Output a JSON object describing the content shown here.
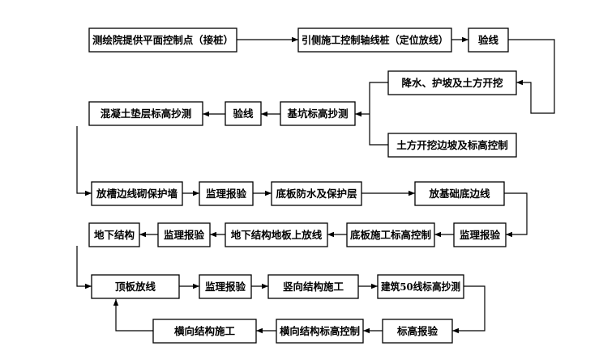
{
  "diagram": {
    "nodes": [
      {
        "id": "n1",
        "label": "测绘院提供平面控制点（接桩）"
      },
      {
        "id": "n2",
        "label": "引侧施工控制轴线桩（定位放线）"
      },
      {
        "id": "n3",
        "label": "验线"
      },
      {
        "id": "n4",
        "label": "降水、护坡及土方开挖"
      },
      {
        "id": "n5",
        "label": "土方开挖边坡及标高控制"
      },
      {
        "id": "n6",
        "label": "基坑标高抄测"
      },
      {
        "id": "n7",
        "label": "验线"
      },
      {
        "id": "n8",
        "label": "混凝土垫层标高抄测"
      },
      {
        "id": "n9",
        "label": "放槽边线砌保护墙"
      },
      {
        "id": "n10",
        "label": "监理报验"
      },
      {
        "id": "n11",
        "label": "底板防水及保护层"
      },
      {
        "id": "n12",
        "label": "放基础底边线"
      },
      {
        "id": "n13",
        "label": "监理报验"
      },
      {
        "id": "n14",
        "label": "底板施工标高控制"
      },
      {
        "id": "n15",
        "label": "地下结构地板上放线"
      },
      {
        "id": "n16",
        "label": "监理报验"
      },
      {
        "id": "n17",
        "label": "地下结构"
      },
      {
        "id": "n18",
        "label": "顶板放线"
      },
      {
        "id": "n19",
        "label": "监理报验"
      },
      {
        "id": "n20",
        "label": "竖向结构施工"
      },
      {
        "id": "n21",
        "label": "建筑50线标高抄测"
      },
      {
        "id": "n22",
        "label": "标高报验"
      },
      {
        "id": "n23",
        "label": "横向结构标高控制"
      },
      {
        "id": "n24",
        "label": "横向结构施工"
      }
    ],
    "edges": [
      {
        "from": "n1",
        "to": "n2"
      },
      {
        "from": "n2",
        "to": "n3"
      },
      {
        "from": "n3",
        "to": "n4"
      },
      {
        "from": "n4",
        "to": "n6"
      },
      {
        "from": "n5",
        "to": "n6"
      },
      {
        "from": "n6",
        "to": "n7"
      },
      {
        "from": "n7",
        "to": "n8"
      },
      {
        "from": "n8",
        "to": "n9"
      },
      {
        "from": "n9",
        "to": "n10"
      },
      {
        "from": "n10",
        "to": "n11"
      },
      {
        "from": "n11",
        "to": "n12"
      },
      {
        "from": "n12",
        "to": "n13"
      },
      {
        "from": "n13",
        "to": "n14"
      },
      {
        "from": "n14",
        "to": "n15"
      },
      {
        "from": "n15",
        "to": "n16"
      },
      {
        "from": "n16",
        "to": "n17"
      },
      {
        "from": "n17",
        "to": "n18"
      },
      {
        "from": "n18",
        "to": "n19"
      },
      {
        "from": "n19",
        "to": "n20"
      },
      {
        "from": "n20",
        "to": "n21"
      },
      {
        "from": "n21",
        "to": "n22"
      },
      {
        "from": "n22",
        "to": "n23"
      },
      {
        "from": "n23",
        "to": "n24"
      },
      {
        "from": "n24",
        "to": "n18"
      }
    ]
  }
}
